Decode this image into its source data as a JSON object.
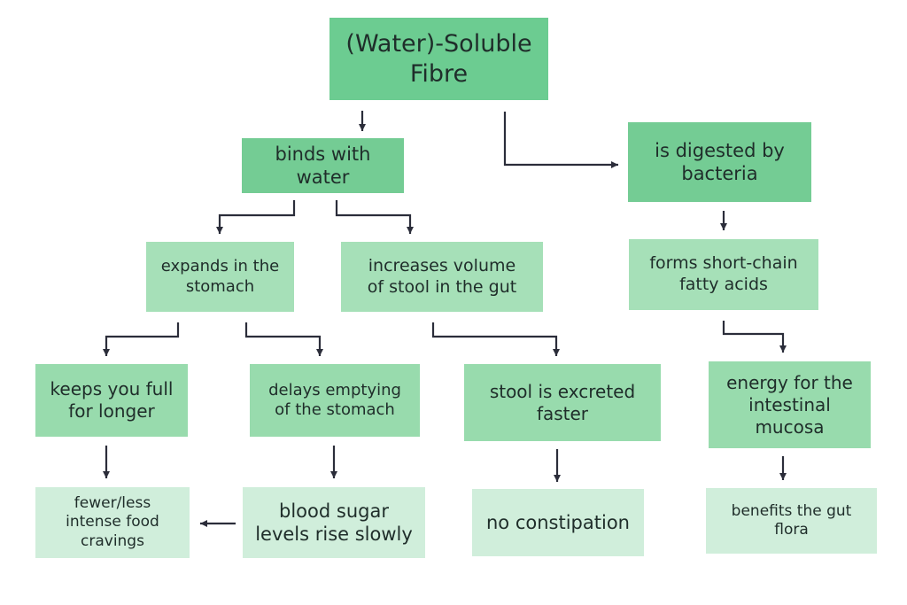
{
  "nodes": {
    "root": "(Water)-Soluble\nFibre",
    "binds": "binds with water",
    "digested": "is digested by\nbacteria",
    "expands": "expands in the\nstomach",
    "volume": "increases volume\nof stool in the gut",
    "scfa": "forms short-chain\nfatty acids",
    "full": "keeps you full\nfor longer",
    "delays": "delays emptying\nof the stomach",
    "excreted": "stool is excreted\nfaster",
    "energy": "energy for the\nintestinal\nmucosa",
    "cravings": "fewer/less\nintense food\ncravings",
    "sugar": "blood sugar\nlevels rise slowly",
    "constipation": "no constipation",
    "flora": "benefits the gut\nflora"
  },
  "colors": {
    "level0": "#6ccc91",
    "level1": "#74cc94",
    "level2": "#a6e0b8",
    "level3": "#98dbad",
    "level4": "#d0eedb",
    "arrow": "#2b2d3a"
  }
}
